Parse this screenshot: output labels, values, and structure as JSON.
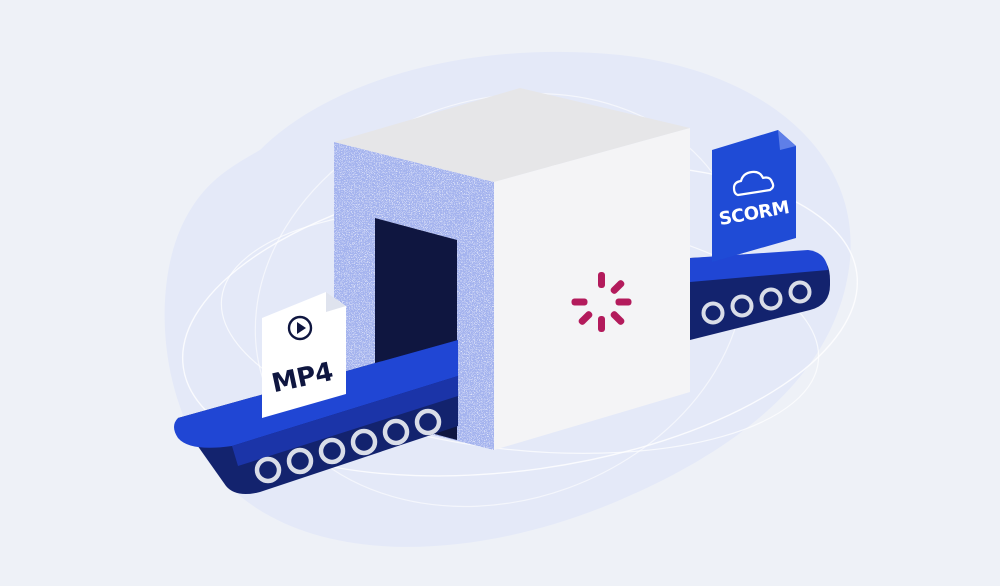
{
  "input_file": {
    "label": "MP4",
    "icon": "play-icon"
  },
  "output_file": {
    "label": "SCORM",
    "icon": "cloud-icon"
  },
  "machine": {
    "logo": "spinner-logo"
  },
  "colors": {
    "background": "#eef1f7",
    "blob": "#e3e8f8",
    "belt": "#2046d4",
    "belt_side": "#13236e",
    "roller": "#d9dde8",
    "cube_top": "#e6e6e8",
    "cube_front": "#f4f4f6",
    "cube_side": "#a4b3ee",
    "doorway": "#0f1640",
    "file_white": "#ffffff",
    "file_blue": "#1f4bd6",
    "logo": "#b31b5c"
  }
}
